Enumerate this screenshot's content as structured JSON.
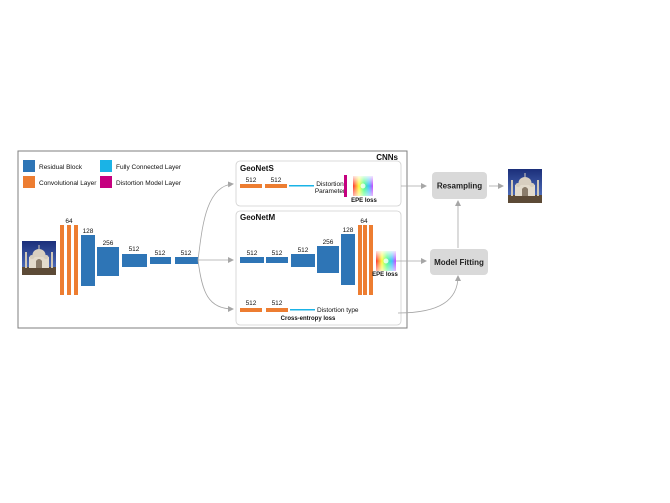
{
  "title": "CNNs",
  "legend": {
    "items": [
      {
        "label": "Residual Block",
        "color": "#2e75b6"
      },
      {
        "label": "Fully Connected Layer",
        "color": "#1ab3e6"
      },
      {
        "label": "Convolutional Layer",
        "color": "#ed7d31"
      },
      {
        "label": "Distortion Model Layer",
        "color": "#c5007f"
      }
    ]
  },
  "encoder": {
    "labels": [
      "64",
      "128",
      "256",
      "512",
      "512",
      "512"
    ]
  },
  "geonets": {
    "title": "GeoNetS",
    "fc_labels": [
      "512",
      "512"
    ],
    "output_label_1": "Distortion",
    "output_label_2": "Parameter",
    "loss": "EPE loss"
  },
  "geonetm": {
    "title": "GeoNetM",
    "decoder_labels": [
      "512",
      "512",
      "512",
      "256",
      "128",
      "64"
    ],
    "flow_loss": "EPE loss",
    "cls_labels": [
      "512",
      "512"
    ],
    "cls_output": "Distortion type",
    "cls_loss": "Cross-entropy loss"
  },
  "blocks": {
    "resampling": "Resampling",
    "model_fitting": "Model Fitting"
  },
  "colors": {
    "residual": "#2e75b6",
    "conv": "#ed7d31",
    "fc": "#1ab3e6",
    "distortion": "#c5007f",
    "block_bg": "#d9d9d9",
    "arrow": "#a6a6a6"
  },
  "images": {
    "input": "taj-mahal-distorted",
    "output": "taj-mahal-corrected"
  }
}
